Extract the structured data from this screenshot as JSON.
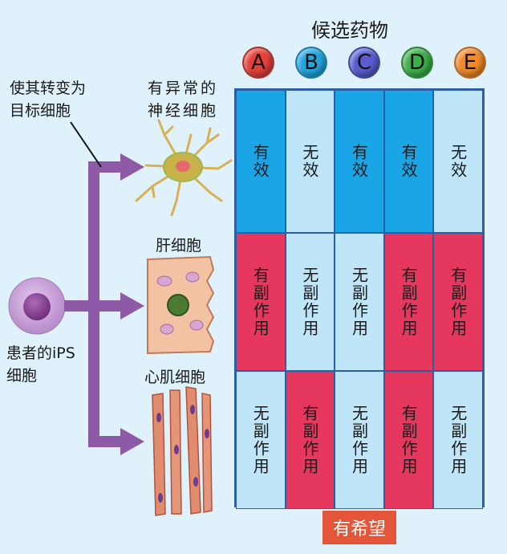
{
  "title": "候选药物",
  "drugs": [
    {
      "letter": "A",
      "color": "#e5403a"
    },
    {
      "letter": "B",
      "color": "#22a6e0"
    },
    {
      "letter": "C",
      "color": "#5a5ccf"
    },
    {
      "letter": "D",
      "color": "#3cb04a"
    },
    {
      "letter": "E",
      "color": "#f08a2a"
    }
  ],
  "left_labels": {
    "convert_line1": "使其转变为",
    "convert_line2": "目标细胞",
    "neuron_line1": "有异常的",
    "neuron_line2": "神经细胞",
    "liver": "肝细胞",
    "heart": "心肌细胞",
    "ips_line1": "患者的iPS",
    "ips_line2": "细胞"
  },
  "grid": [
    [
      {
        "text": "有效",
        "kind": "good"
      },
      {
        "text": "无效",
        "kind": "light"
      },
      {
        "text": "有效",
        "kind": "good"
      },
      {
        "text": "有效",
        "kind": "good"
      },
      {
        "text": "无效",
        "kind": "light"
      }
    ],
    [
      {
        "text": "有副作用",
        "kind": "bad"
      },
      {
        "text": "无副作用",
        "kind": "light"
      },
      {
        "text": "无副作用",
        "kind": "light"
      },
      {
        "text": "有副作用",
        "kind": "bad"
      },
      {
        "text": "有副作用",
        "kind": "bad"
      }
    ],
    [
      {
        "text": "无副作用",
        "kind": "light"
      },
      {
        "text": "有副作用",
        "kind": "bad"
      },
      {
        "text": "无副作用",
        "kind": "light"
      },
      {
        "text": "有副作用",
        "kind": "bad"
      },
      {
        "text": "无副作用",
        "kind": "light"
      }
    ]
  ],
  "cell_colors": {
    "good": "#1aa6e6",
    "light": "#bfe6f8",
    "bad": "#e6375e"
  },
  "hope": "有希望"
}
